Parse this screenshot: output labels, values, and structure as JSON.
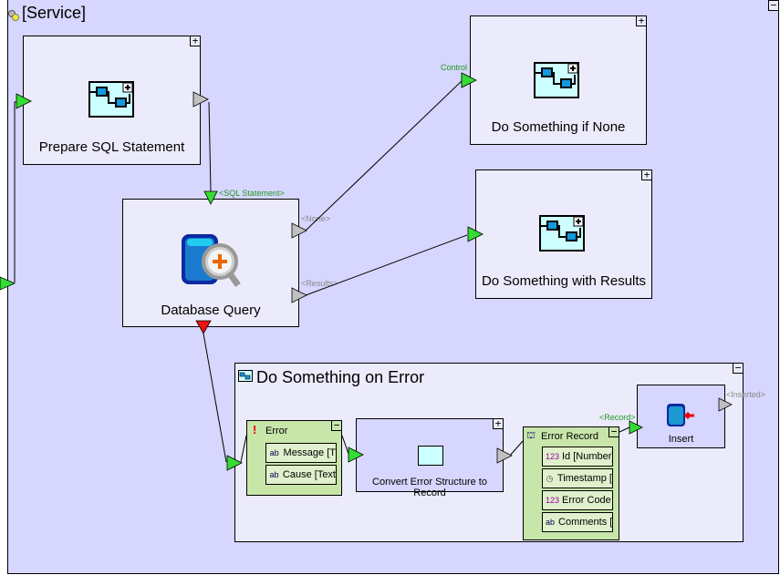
{
  "service": {
    "title": "[Service]",
    "icon": "gear-icon"
  },
  "nodes": {
    "prepare_sql": {
      "label": "Prepare SQL Statement",
      "icon": "subprocess-icon"
    },
    "database_query": {
      "label": "Database Query",
      "icon": "database-query-icon",
      "input_port": "<SQL Statement>",
      "output_ports": [
        "<None>",
        "<Results>"
      ]
    },
    "do_if_none": {
      "label": "Do Something if None",
      "input_port": "Control",
      "icon": "subprocess-icon"
    },
    "do_with_results": {
      "label": "Do Something with Results",
      "icon": "subprocess-icon"
    },
    "on_error": {
      "title": "Do Something on Error",
      "error_struct": {
        "title": "Error",
        "fields": [
          {
            "name": "Message [T",
            "type": "text"
          },
          {
            "name": "Cause [Text",
            "type": "text"
          }
        ]
      },
      "convert": {
        "label": "Convert Error Structure to Record"
      },
      "error_record": {
        "title": "Error Record",
        "fields": [
          {
            "name": "Id [Number]",
            "type": "number",
            "icon": "123"
          },
          {
            "name": "Timestamp [",
            "type": "time",
            "icon": "clock"
          },
          {
            "name": "Error Code [",
            "type": "number",
            "icon": "123"
          },
          {
            "name": "Comments [",
            "type": "text",
            "icon": "ab"
          }
        ]
      },
      "insert": {
        "label": "Insert",
        "input_port": "<Record>",
        "output_port": "<Inserted>"
      }
    }
  },
  "buttons": {
    "expand": "+",
    "collapse": "−"
  },
  "colors": {
    "canvas": "#d6d6fe",
    "node": "#ebebfc",
    "struct": "#c8e6aa",
    "port_green": "#33dd33",
    "port_gray": "#c0c0c0",
    "port_red": "#ee1111",
    "label_green": "#229922",
    "label_gray": "#888888"
  }
}
